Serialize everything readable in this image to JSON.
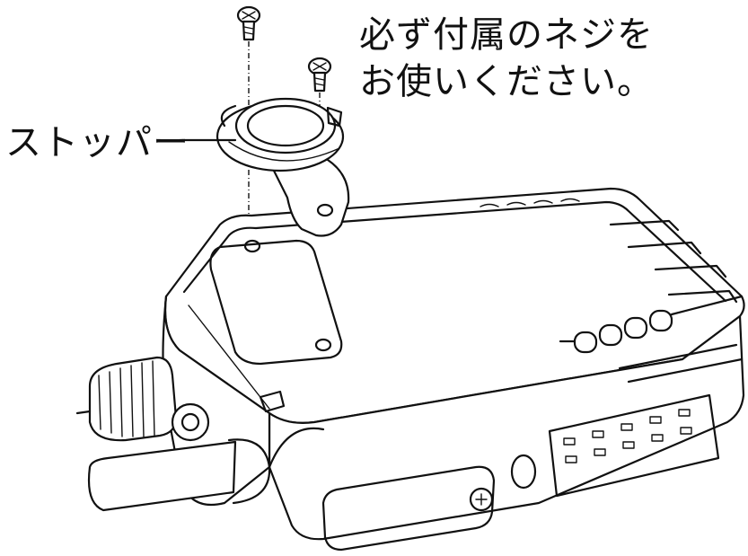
{
  "annotations": {
    "screw_note_line1": "必ず付属のネジを",
    "screw_note_line2": "お使いください。",
    "stopper_label": "ストッパー"
  }
}
